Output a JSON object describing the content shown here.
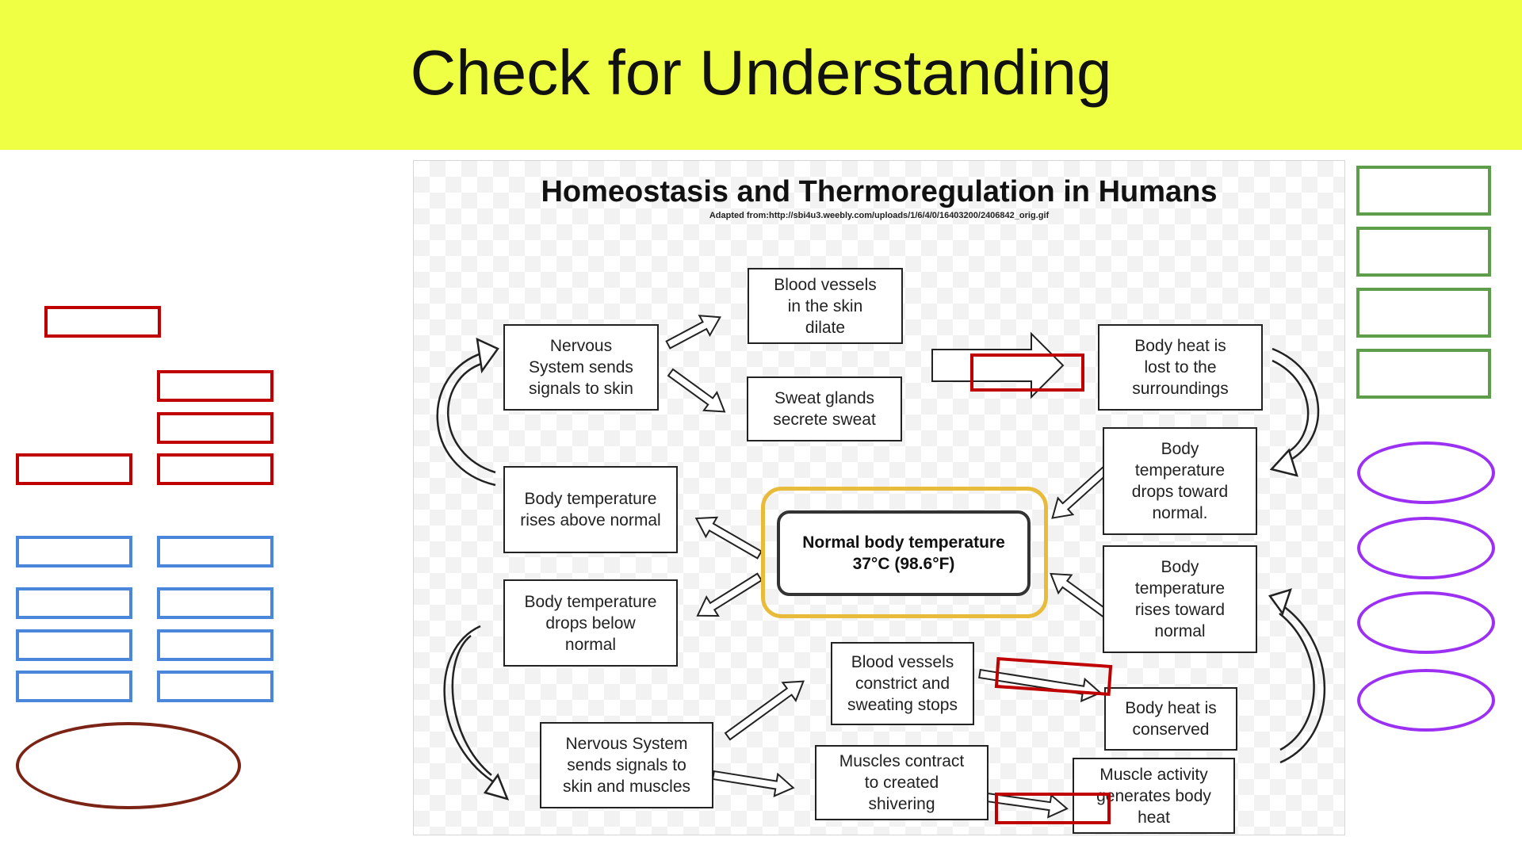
{
  "slide": {
    "title": "Check for Understanding",
    "banner_color": "#eeff44"
  },
  "diagram": {
    "title": "Homeostasis and Thermoregulation in Humans",
    "source": "Adapted from:http://sbi4u3.weebly.com/uploads/1/6/4/0/16403200/2406842_orig.gif",
    "center": "Normal body temperature\n37°C (98.6°F)",
    "boxes": {
      "nervous_skin": "Nervous\nSystem sends\nsignals to skin",
      "vessels_dilate": "Blood vessels\nin the skin\ndilate",
      "sweat_glands": "Sweat glands\nsecrete sweat",
      "heat_lost": "Body heat is\nlost to the\nsurroundings",
      "temp_rises": "Body temperature\nrises above normal",
      "temp_drops_toward": "Body\ntemperature\ndrops toward\nnormal.",
      "temp_drops_below": "Body temperature\ndrops below\nnormal",
      "temp_rises_toward": "Body\ntemperature\nrises toward\nnormal",
      "vessels_constrict": "Blood vessels\nconstrict and\nsweating stops",
      "heat_conserved": "Body heat is\nconserved",
      "nervous_skin_muscles": "Nervous System\nsends signals to\nskin and muscles",
      "muscles_shiver": "Muscles contract\nto created\nshivering",
      "muscle_heat": "Muscle activity\ngenerates body\nheat"
    }
  },
  "colors": {
    "red": "#c00000",
    "blue": "#4a86d9",
    "green": "#5e9e4a",
    "purple": "#9b30f2",
    "maroon": "#7b2315",
    "gold": "#e9bb3a"
  }
}
